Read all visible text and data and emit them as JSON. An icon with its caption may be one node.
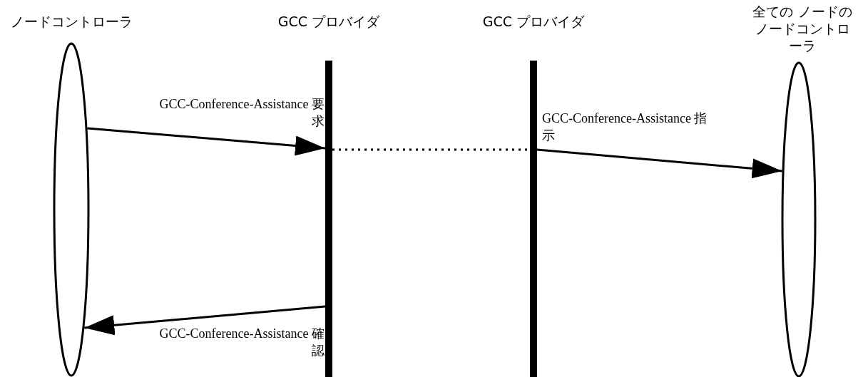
{
  "diagram": {
    "nodes": [
      {
        "text": [
          "ノードコントローラ"
        ]
      },
      {
        "text": [
          "GCC プロバイダ"
        ]
      },
      {
        "text": [
          "GCC プロバイダ"
        ]
      },
      {
        "text": [
          "全ての ノードのノードコントローラ"
        ]
      }
    ],
    "edges": [
      {
        "from": 0,
        "to": 1,
        "arrow": "to",
        "label": "GCC-Conference-Assistance 要求"
      },
      {
        "from": 1,
        "to": 2,
        "arrow": "none",
        "style": "dashed"
      },
      {
        "from": 2,
        "to": 3,
        "arrow": "to",
        "label": "GCC-Conference-Assistance 指示"
      },
      {
        "from": 1,
        "to": 0,
        "arrow": "to",
        "label": "GCC-Conference-Assistance 確認"
      }
    ]
  }
}
